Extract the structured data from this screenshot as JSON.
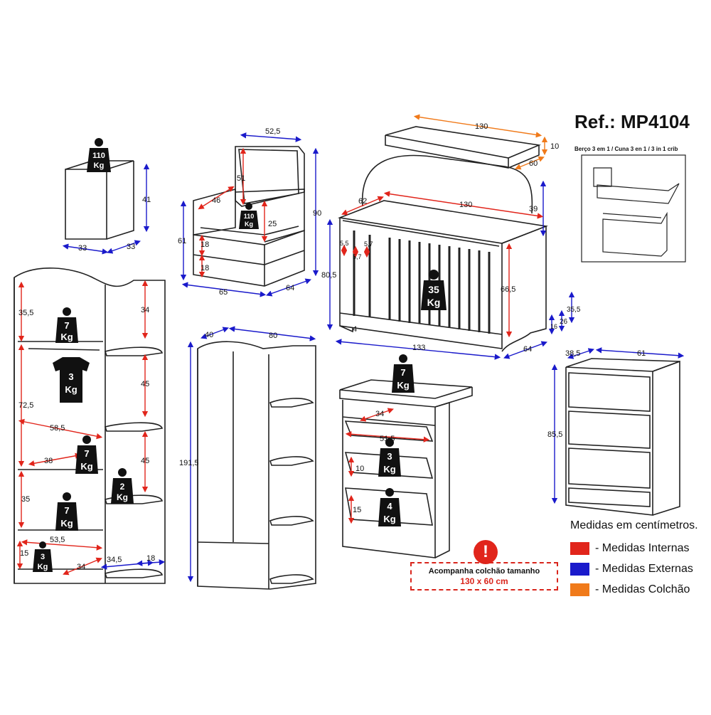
{
  "reference": "Ref.: MP4104",
  "crib_caption": "Berço 3 em 1 / Cuna 3 en 1 / 3 in 1 crib",
  "legend": {
    "title": "Medidas em centímetros.",
    "items": [
      {
        "label": "- Medidas Internas",
        "color": "#e1251b"
      },
      {
        "label": "- Medidas Externas",
        "color": "#1a1acb"
      },
      {
        "label": "- Medidas Colchão",
        "color": "#f07a1a"
      }
    ]
  },
  "notice": {
    "line1": "Acompanha colchão tamanho",
    "line2": "130 x 60 cm",
    "icon": "exclamation-icon"
  },
  "weights": {
    "nightstand": [
      "110",
      "Kg"
    ],
    "armchair": [
      "110",
      "Kg"
    ],
    "crib": [
      "35",
      "Kg"
    ],
    "shelf_top": [
      "7",
      "Kg"
    ],
    "hanger": [
      "3",
      "Kg"
    ],
    "shelf_mid": [
      "7",
      "Kg"
    ],
    "shelf_side": [
      "2",
      "Kg"
    ],
    "shelf_low": [
      "7",
      "Kg"
    ],
    "drawer_wardrobe": [
      "3",
      "Kg"
    ],
    "dresser_top": [
      "7",
      "Kg"
    ],
    "dresser_drawer1": [
      "3",
      "Kg"
    ],
    "dresser_drawer2": [
      "4",
      "Kg"
    ]
  },
  "dims": {
    "nightstand_h": "41",
    "nightstand_w": "33",
    "nightstand_d": "33",
    "chair_w_top": "52,5",
    "chair_seat": "46",
    "chair_back": "51",
    "chair_arm": "25",
    "chair_h": "90",
    "chair_side": "61",
    "chair_a": "18",
    "chair_b": "18",
    "chair_w": "65",
    "chair_d": "64",
    "mat_l": "130",
    "mat_h": "10",
    "mat_w": "60",
    "crib_inner_l": "130",
    "crib_inner_w": "62",
    "crib_top": "39",
    "crib_h": "80,5",
    "crib_bar_a": "5,5",
    "crib_bar_b": "5,7",
    "crib_bar_c": "5,7",
    "crib_inner_h": "66,5",
    "crib_leg": "4",
    "crib_l": "133",
    "crib_d": "64",
    "crib_s1": "35,5",
    "crib_s2": "26",
    "crib_s3": "16",
    "w_35_5": "35,5",
    "w_34": "34",
    "w_72_5": "72,5",
    "w_58_5": "58,5",
    "w_38": "38",
    "w_45a": "45",
    "w_45b": "45",
    "w_35": "35",
    "w_53_5": "53,5",
    "w_15": "15",
    "w_34b": "34",
    "w_34_5": "34,5",
    "w_18": "18",
    "ward_d": "40",
    "ward_w": "80",
    "ward_h": "191,5",
    "dr_34": "34",
    "dr_51_5": "51,5",
    "dr_10": "10",
    "dr_15": "15",
    "ch_d": "38,5",
    "ch_w": "61",
    "ch_h": "85,5"
  }
}
